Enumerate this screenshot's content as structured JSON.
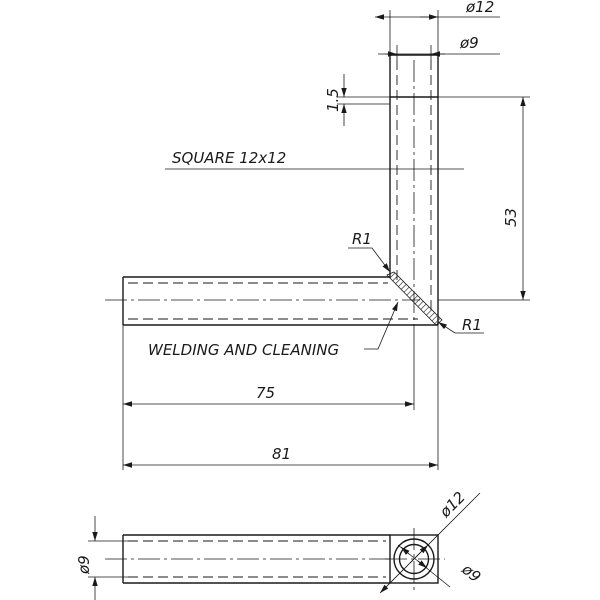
{
  "dimensions": {
    "d12_top": "ø12",
    "d9_top": "ø9",
    "t15": "1.5",
    "len53": "53",
    "len75": "75",
    "len81": "81",
    "d9_side": "ø9",
    "d12_end": "ø12",
    "d9_end": "ø9"
  },
  "notes": {
    "square": "SQUARE  12x12",
    "r1_top": "R1",
    "r1_bottom": "R1",
    "welding": "WELDING  AND  CLEANING"
  },
  "colors": {
    "line": "#1a1a1a",
    "background": "#ffffff"
  }
}
